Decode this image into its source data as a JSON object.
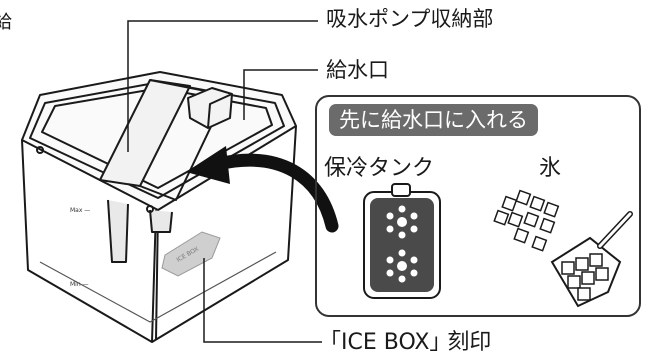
{
  "labels": {
    "pump_storage": "吸水ポンプ収納部",
    "water_inlet": "給水口",
    "put_in_inlet": "先に給水口に入れる",
    "cold_pack": "保冷タンク",
    "ice": "氷",
    "icebox_engraving": "｢ICE BOX｣ 刻印",
    "cut_off_left": "給"
  },
  "tank_marks": {
    "max": "Max —",
    "min": "Min —",
    "engraving": "ICE BOX"
  },
  "colors": {
    "line": "#1a1a1a",
    "pill_bg": "#6b6b6b",
    "pack_fill": "#4a4a4a",
    "arrow": "#111111"
  }
}
